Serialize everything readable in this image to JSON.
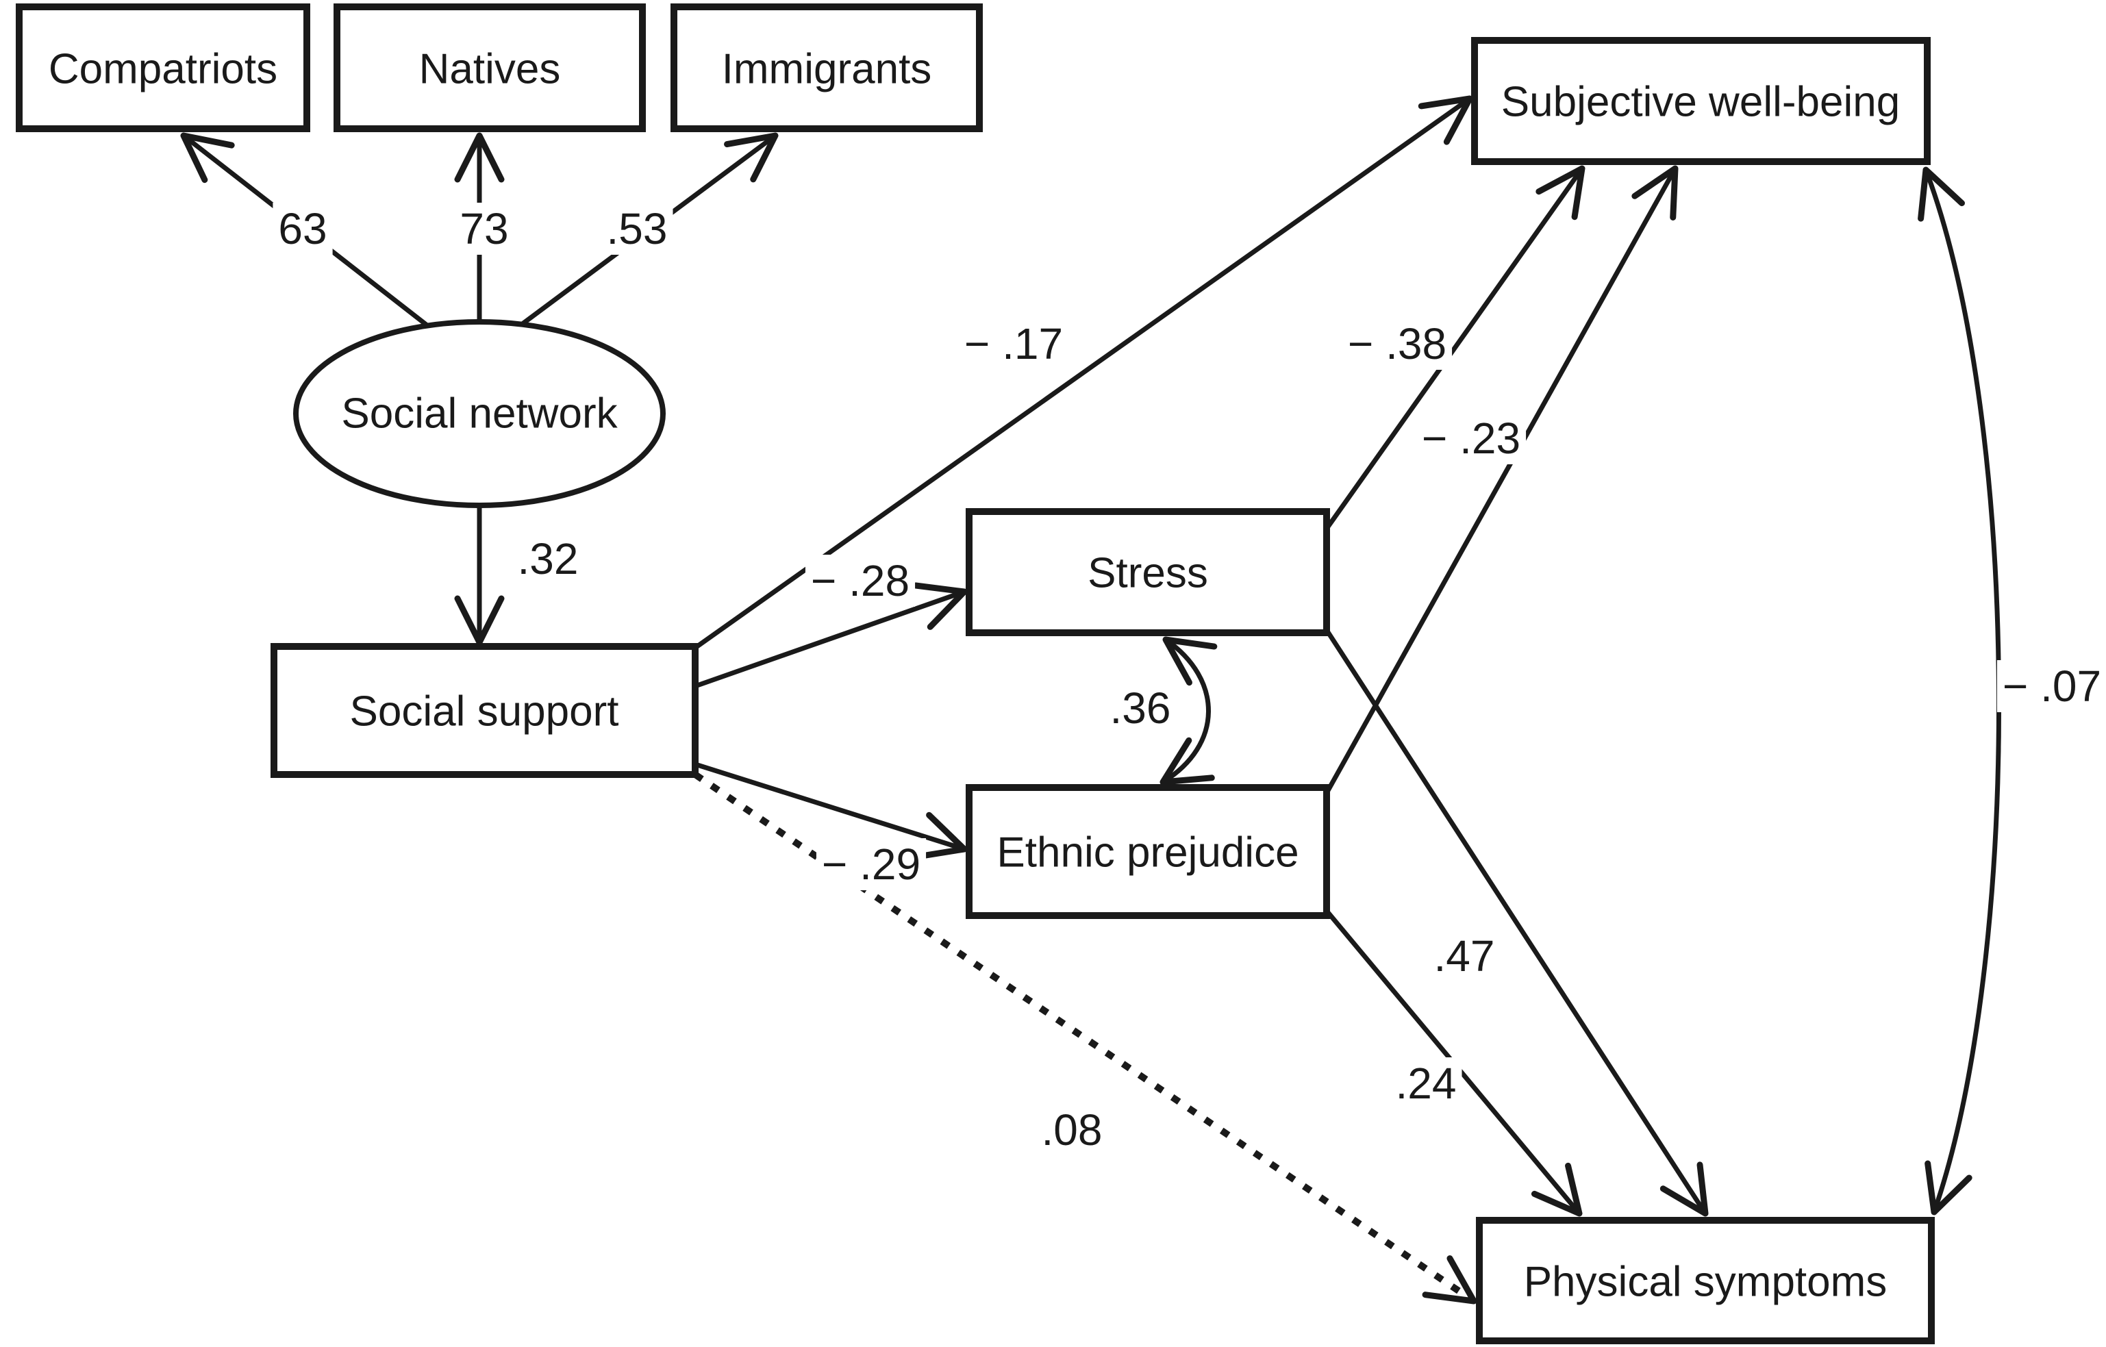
{
  "nodes": {
    "compatriots": {
      "label": "Compatriots",
      "shape": "rectangle"
    },
    "natives": {
      "label": "Natives",
      "shape": "rectangle"
    },
    "immigrants": {
      "label": "Immigrants",
      "shape": "rectangle"
    },
    "social_network": {
      "label": "Social network",
      "shape": "ellipse"
    },
    "social_support": {
      "label": "Social support",
      "shape": "rectangle"
    },
    "stress": {
      "label": "Stress",
      "shape": "rectangle"
    },
    "ethnic_prejudice": {
      "label": "Ethnic prejudice",
      "shape": "rectangle"
    },
    "subjective_well_being": {
      "label": "Subjective well-being",
      "shape": "rectangle"
    },
    "physical_symptoms": {
      "label": "Physical symptoms",
      "shape": "rectangle"
    }
  },
  "paths": [
    {
      "from": "social_network",
      "to": "compatriots",
      "coefficient": "63",
      "line": "solid",
      "arrowheads": "single"
    },
    {
      "from": "social_network",
      "to": "natives",
      "coefficient": "73",
      "line": "solid",
      "arrowheads": "single"
    },
    {
      "from": "social_network",
      "to": "immigrants",
      "coefficient": ".53",
      "line": "solid",
      "arrowheads": "single"
    },
    {
      "from": "social_network",
      "to": "social_support",
      "coefficient": ".32",
      "line": "solid",
      "arrowheads": "single"
    },
    {
      "from": "social_support",
      "to": "subjective_well_being",
      "coefficient": "− .17",
      "line": "solid",
      "arrowheads": "single"
    },
    {
      "from": "social_support",
      "to": "stress",
      "coefficient": "− .28",
      "line": "solid",
      "arrowheads": "single"
    },
    {
      "from": "social_support",
      "to": "ethnic_prejudice",
      "coefficient": "− .29",
      "line": "solid",
      "arrowheads": "single"
    },
    {
      "from": "social_support",
      "to": "physical_symptoms",
      "coefficient": ".08",
      "line": "dotted",
      "arrowheads": "single"
    },
    {
      "from": "stress",
      "to": "ethnic_prejudice",
      "coefficient": ".36",
      "line": "solid",
      "arrowheads": "double"
    },
    {
      "from": "stress",
      "to": "subjective_well_being",
      "coefficient": "− .38",
      "line": "solid",
      "arrowheads": "single"
    },
    {
      "from": "ethnic_prejudice",
      "to": "subjective_well_being",
      "coefficient": "− .23",
      "line": "solid",
      "arrowheads": "single"
    },
    {
      "from": "stress",
      "to": "physical_symptoms",
      "coefficient": ".47",
      "line": "solid",
      "arrowheads": "single"
    },
    {
      "from": "ethnic_prejudice",
      "to": "physical_symptoms",
      "coefficient": ".24",
      "line": "solid",
      "arrowheads": "single"
    },
    {
      "from": "subjective_well_being",
      "to": "physical_symptoms",
      "coefficient": "− .07",
      "line": "solid",
      "arrowheads": "double"
    }
  ],
  "colors": {
    "ink": "#1a1a1a",
    "background": "#ffffff"
  }
}
